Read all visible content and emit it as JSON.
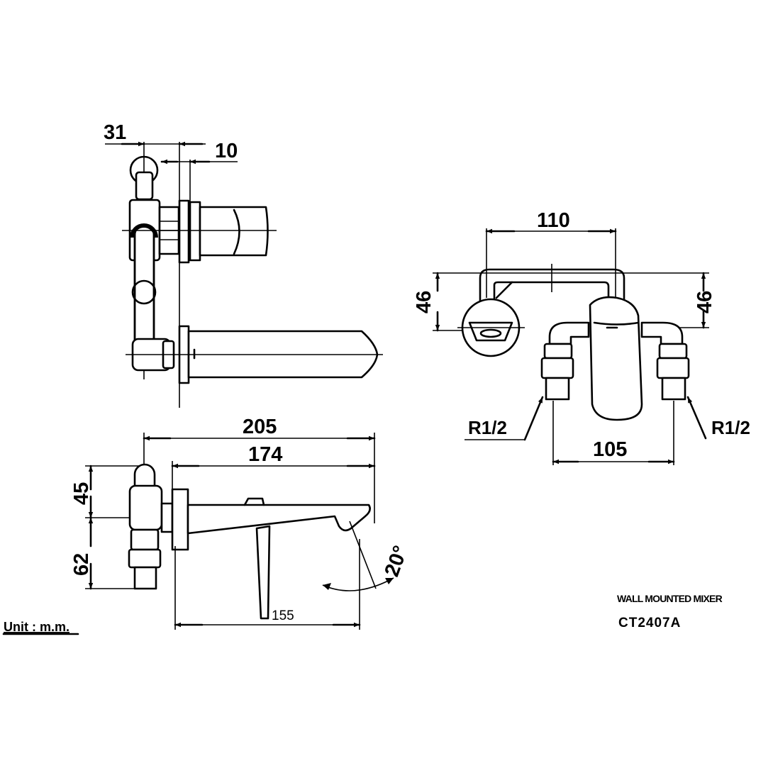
{
  "drawing": {
    "title": "WALL MOUNTED MIXER",
    "model": "CT2407A",
    "unit": "Unit : m.m."
  },
  "dimensions": {
    "top_view": {
      "width_31": "31",
      "offset_10": "10"
    },
    "front_view": {
      "pipe_span": "110",
      "height_left": "46",
      "height_right": "46",
      "inlet_spacing": "105",
      "thread_left": "R1/2",
      "thread_right": "R1/2"
    },
    "side_view": {
      "overall_length": "205",
      "spout_length": "174",
      "upper_height": "45",
      "lower_height": "62",
      "angle": "20°",
      "lever_length": "155"
    }
  },
  "colors": {
    "line": "#000000",
    "background": "#ffffff"
  }
}
